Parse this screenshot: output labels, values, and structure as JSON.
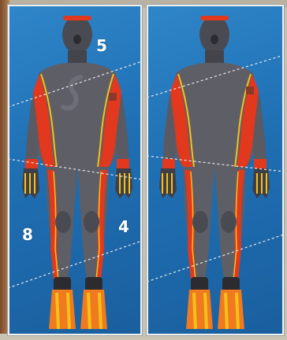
{
  "zone_numbers": {
    "upper_right": "5",
    "lower_left": "8",
    "lower_right": "4"
  },
  "colors": {
    "background_blue": "#2272b8",
    "suit_gray": "#5e5e66",
    "suit_dark": "#3f3f47",
    "accent_red": "#e2381e",
    "accent_orange": "#f07a1f",
    "fin_yellow": "#f5c01a",
    "seam_line": "#e8e8e8"
  }
}
